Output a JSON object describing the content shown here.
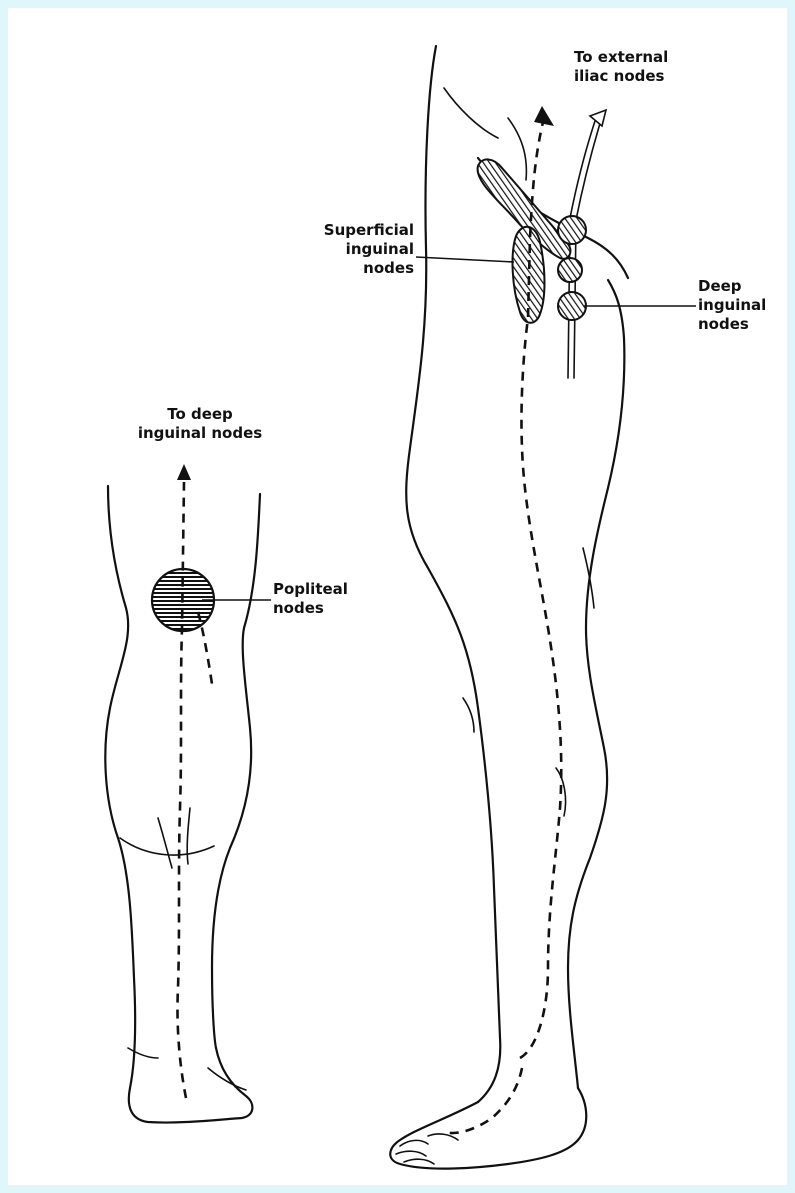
{
  "labels": {
    "to_external_iliac": [
      "To external",
      "iliac nodes"
    ],
    "superficial_inguinal": [
      "Superficial",
      "inguinal",
      "nodes"
    ],
    "deep_inguinal": [
      "Deep",
      "inguinal",
      "nodes"
    ],
    "to_deep_inguinal": [
      "To deep",
      "inguinal nodes"
    ],
    "popliteal": [
      "Popliteal",
      "nodes"
    ]
  },
  "colors": {
    "background_border": "#dff6fb",
    "ink": "#111111",
    "paper": "#ffffff"
  }
}
